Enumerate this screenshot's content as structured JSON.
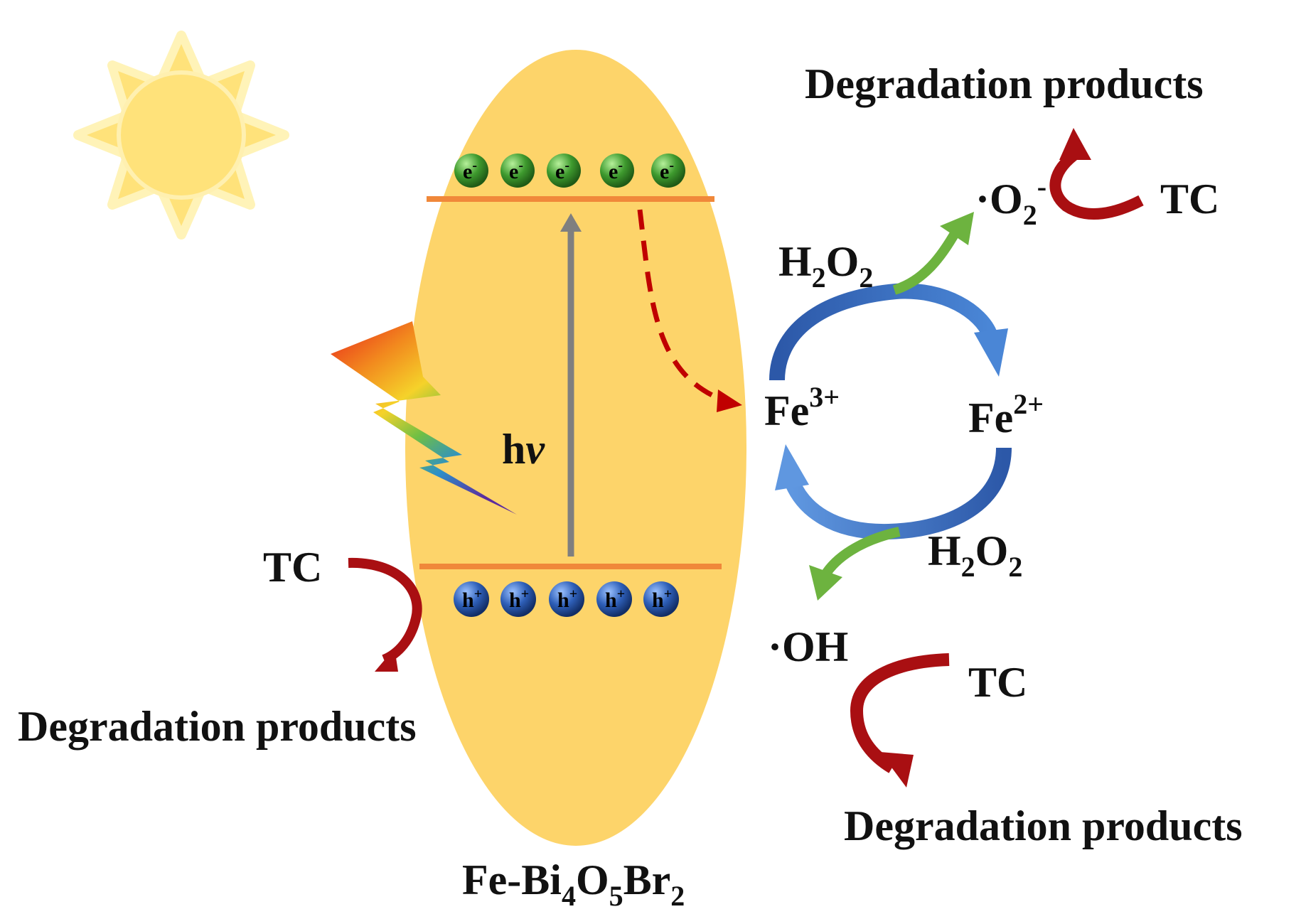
{
  "catalyst": {
    "name_base": "Fe-Bi",
    "name_sub1": "4",
    "name_o": "O",
    "name_sub2": "5",
    "name_br": "Br",
    "name_sub3": "2"
  },
  "band": {
    "electron_base": "e",
    "electron_charge": "-",
    "hole_base": "h",
    "hole_charge": "+",
    "excitation_h": "h",
    "excitation_nu": "ν"
  },
  "species": {
    "fe3_base": "Fe",
    "fe3_sup": "3+",
    "fe2_base": "Fe",
    "fe2_sup": "2+",
    "h2o2_h": "H",
    "h2o2_sub1": "2",
    "h2o2_o": "O",
    "h2o2_sub2": "2",
    "superoxide_dot": "·O",
    "superoxide_sub": "2",
    "superoxide_sup": "-",
    "hydroxyl": "·OH",
    "tc": "TC",
    "degradation": "Degradation products"
  },
  "colors": {
    "ellipse": "#FDD46A",
    "band_line": "#F0883A",
    "electron": "#3E9A2E",
    "hole": "#2E5FB8",
    "excite_arrow": "#7F7F7F",
    "dashed_arrow": "#C00000",
    "cycle_arrow": "#3D72C4",
    "green_arrow": "#6DB33F",
    "red_arrow": "#A90F12",
    "sun": "#FFE27A"
  }
}
